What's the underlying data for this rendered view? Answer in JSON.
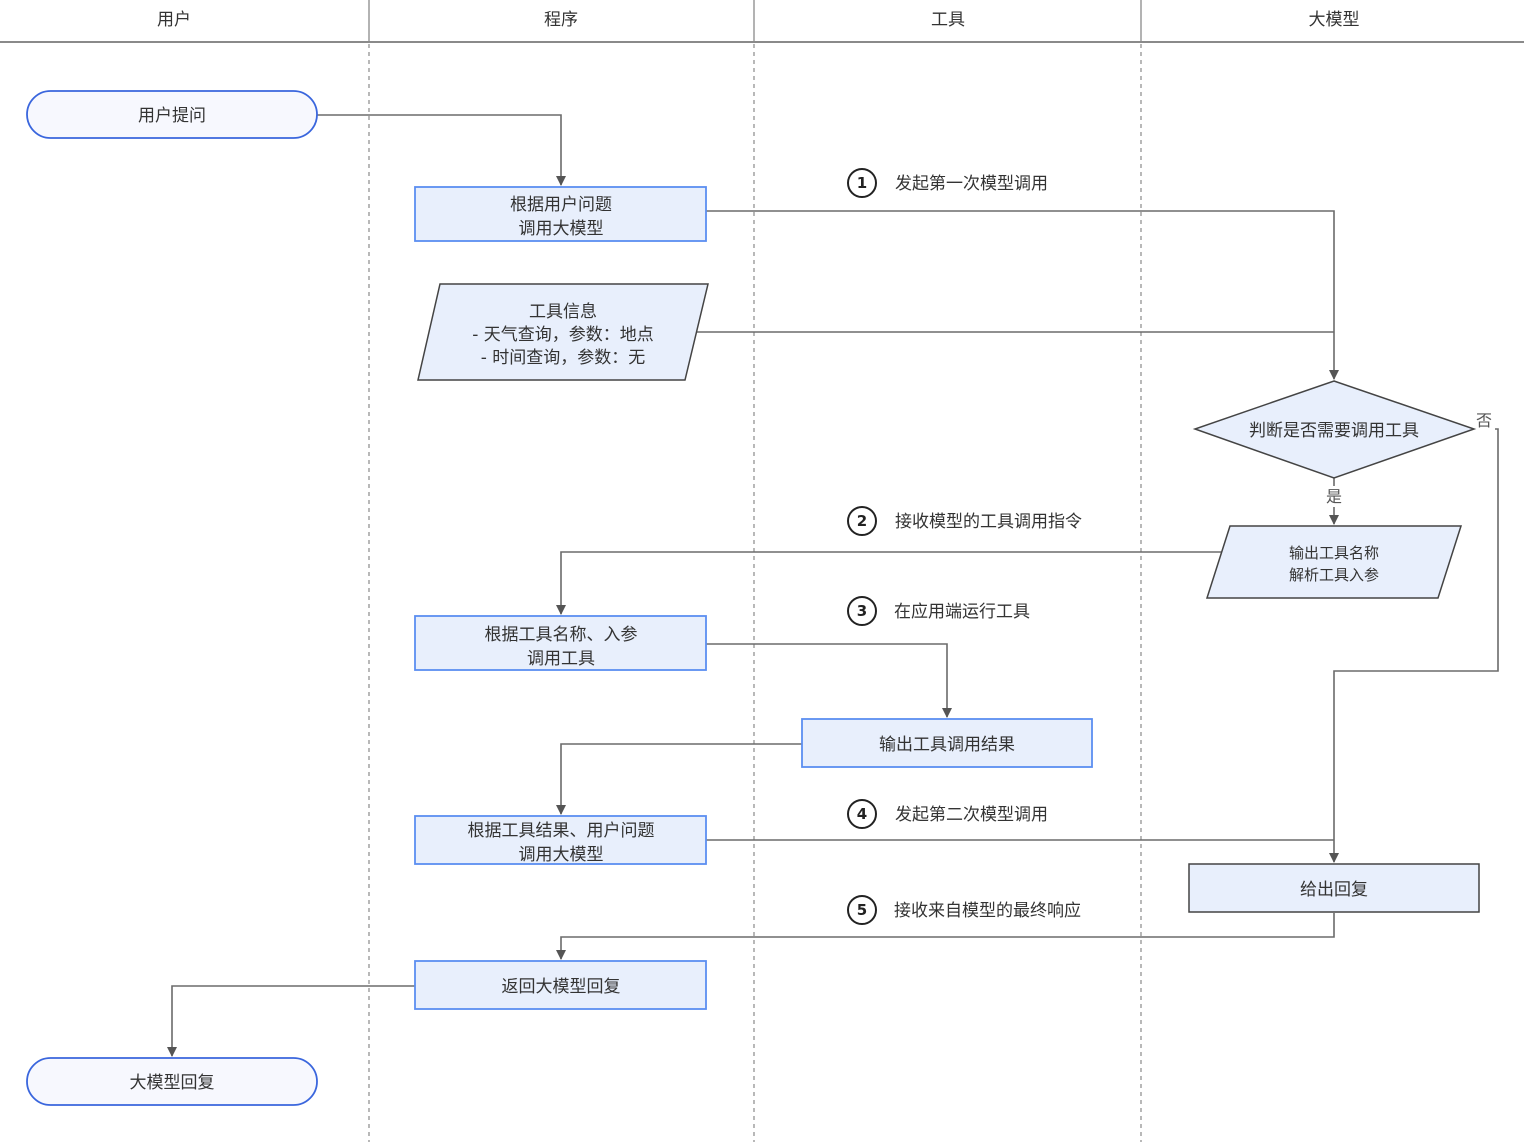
{
  "colors": {
    "box_fill": "#e8effc",
    "box_border_blue": "#5b8ef0",
    "terminal_fill": "#f7f8fe",
    "terminal_border": "#3a66dd",
    "shape_border_dark": "#444444",
    "edge": "#6b6b6b"
  },
  "lanes": [
    {
      "id": "user",
      "title": "用户"
    },
    {
      "id": "program",
      "title": "程序"
    },
    {
      "id": "tool",
      "title": "工具"
    },
    {
      "id": "llm",
      "title": "大模型"
    }
  ],
  "nodes": {
    "user_question": {
      "lines": [
        "用户提问"
      ]
    },
    "call_llm_first": {
      "lines": [
        "根据用户问题",
        "调用大模型"
      ]
    },
    "tool_info": {
      "lines": [
        "工具信息",
        "- 天气查询，参数：地点",
        "- 时间查询，参数：无"
      ]
    },
    "decision": {
      "lines": [
        "判断是否需要调用工具"
      ]
    },
    "output_tool_name": {
      "lines": [
        "输出工具名称",
        "解析工具入参"
      ]
    },
    "call_tool": {
      "lines": [
        "根据工具名称、入参",
        "调用工具"
      ]
    },
    "tool_result": {
      "lines": [
        "输出工具调用结果"
      ]
    },
    "call_llm_second": {
      "lines": [
        "根据工具结果、用户问题",
        "调用大模型"
      ]
    },
    "give_reply": {
      "lines": [
        "给出回复"
      ]
    },
    "return_reply": {
      "lines": [
        "返回大模型回复"
      ]
    },
    "final_reply": {
      "lines": [
        "大模型回复"
      ]
    }
  },
  "branch_labels": {
    "yes": "是",
    "no": "否"
  },
  "steps": [
    {
      "num": "1",
      "label": "发起第一次模型调用"
    },
    {
      "num": "2",
      "label": "接收模型的工具调用指令"
    },
    {
      "num": "3",
      "label": "在应用端运行工具"
    },
    {
      "num": "4",
      "label": "发起第二次模型调用"
    },
    {
      "num": "5",
      "label": "接收来自模型的最终响应"
    }
  ]
}
